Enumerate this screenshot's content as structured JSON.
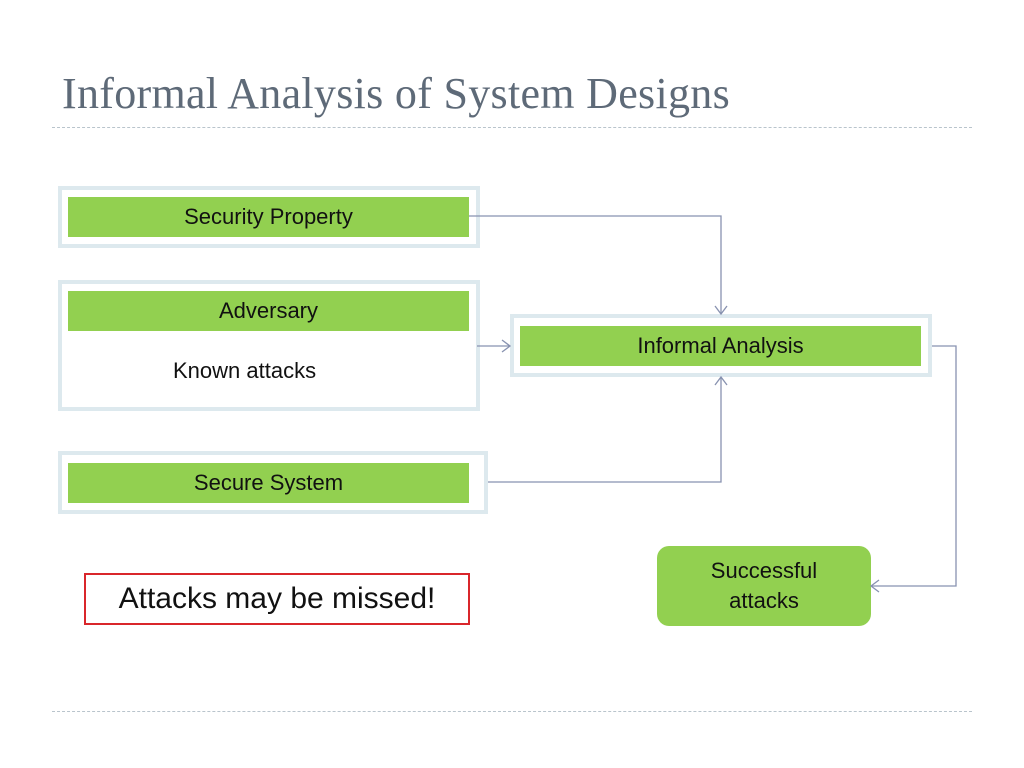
{
  "slide": {
    "title": "Informal Analysis of System Designs"
  },
  "diagram": {
    "security_property": "Security Property",
    "adversary": "Adversary",
    "known_attacks": "Known attacks",
    "secure_system": "Secure System",
    "informal_analysis": "Informal Analysis",
    "successful_attacks_line1": "Successful",
    "successful_attacks_line2": "attacks",
    "warning": "Attacks may be missed!"
  },
  "colors": {
    "box_fill": "#92d050",
    "frame": "#dde9ee",
    "connector": "#8892b0",
    "warning_border": "#d9262b",
    "title": "#5e6a78"
  }
}
